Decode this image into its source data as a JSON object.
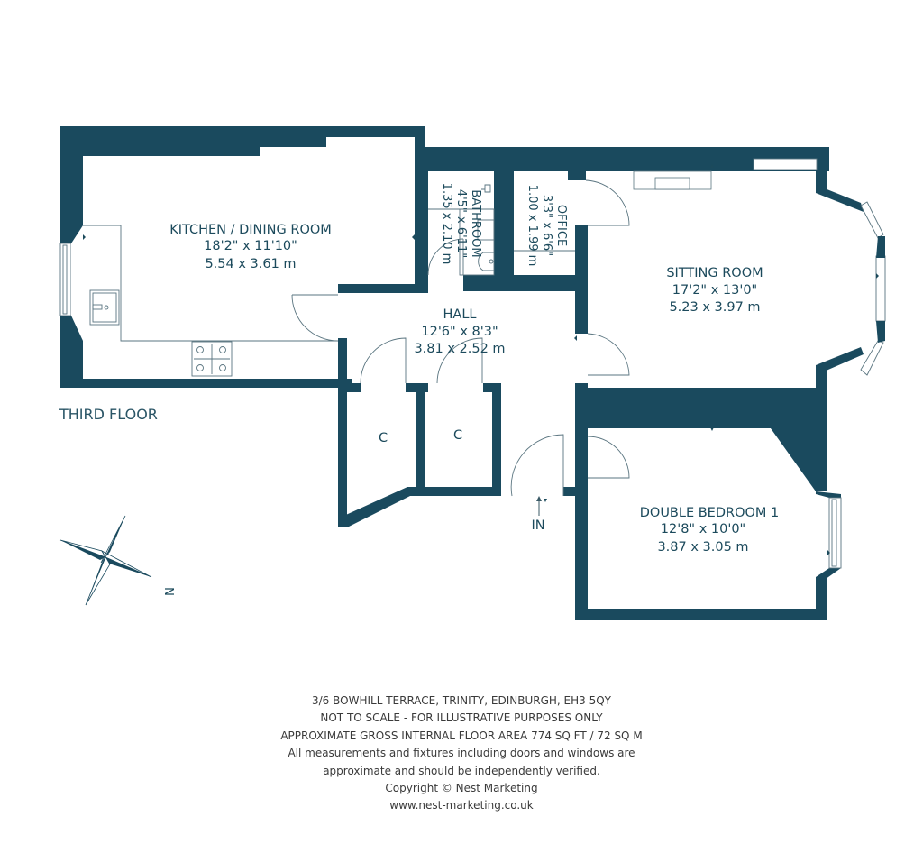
{
  "floor": {
    "label": "THIRD FLOOR"
  },
  "colors": {
    "wall": "#1a4a5e",
    "text": "#1c4a5c"
  },
  "rooms": {
    "kitchen": {
      "name": "KITCHEN / DINING ROOM",
      "imperial": "18'2\" x 11'10\"",
      "metric": "5.54 x 3.61 m"
    },
    "bathroom": {
      "name": "BATHROOM",
      "imperial": "4'5\" x 6'11\"",
      "metric": "1.35 x 2.10 m"
    },
    "office": {
      "name": "OFFICE",
      "imperial": "3'3\" x 6'6\"",
      "metric": "1.00 x 1.99 m"
    },
    "sitting": {
      "name": "SITTING ROOM",
      "imperial": "17'2\" x 13'0\"",
      "metric": "5.23 x 3.97 m"
    },
    "hall": {
      "name": "HALL",
      "imperial": "12'6\" x 8'3\"",
      "metric": "3.81 x 2.52 m"
    },
    "cupboard1": {
      "name": "C"
    },
    "cupboard2": {
      "name": "C"
    },
    "bedroom1": {
      "name": "DOUBLE BEDROOM 1",
      "imperial": "12'8\" x 10'0\"",
      "metric": "3.87 x 3.05 m"
    }
  },
  "entrance": {
    "label": "IN"
  },
  "compass": {
    "north_label": "N",
    "icon": "compass-rose-icon"
  },
  "footer": {
    "address": "3/6 BOWHILL TERRACE, TRINITY, EDINBURGH, EH3 5QY",
    "scale_note": "NOT TO SCALE - FOR ILLUSTRATIVE PURPOSES ONLY",
    "area": "APPROXIMATE GROSS INTERNAL FLOOR AREA 774 SQ FT / 72 SQ M",
    "disclaimer_1": "All measurements and fixtures including doors and windows are",
    "disclaimer_2": "approximate and should be independently verified.",
    "copyright": "Copyright © Nest Marketing",
    "website": "www.nest-marketing.co.uk"
  }
}
